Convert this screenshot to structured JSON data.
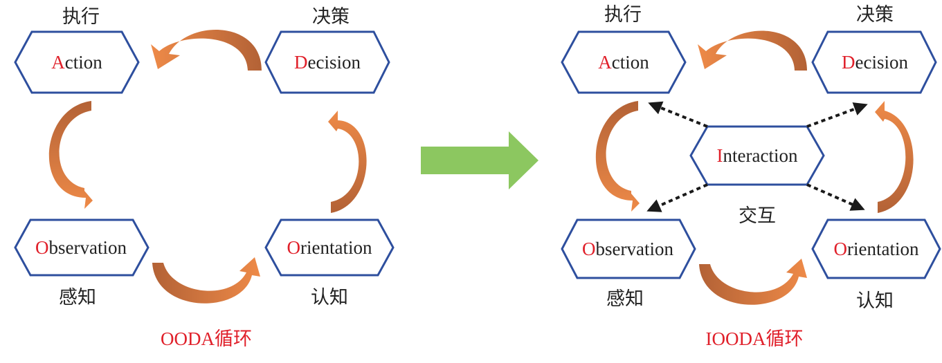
{
  "colors": {
    "hex_border": "#2e4f9e",
    "initial_letter": "#e0202a",
    "arrow_light": "#ee8a48",
    "arrow_dark": "#b36236",
    "transition_arrow": "#8cc760",
    "dashed_arrow": "#1a1a1a"
  },
  "left": {
    "nodes": {
      "action": {
        "initial": "A",
        "rest": "ction",
        "cn": "执行"
      },
      "decision": {
        "initial": "D",
        "rest": "ecision",
        "cn": "决策"
      },
      "observation": {
        "initial": "O",
        "rest": "bservation",
        "cn": "感知"
      },
      "orientation": {
        "initial": "O",
        "rest": "rientation",
        "cn": "认知"
      }
    },
    "caption": "OODA循环"
  },
  "right": {
    "nodes": {
      "action": {
        "initial": "A",
        "rest": "ction",
        "cn": "执行"
      },
      "decision": {
        "initial": "D",
        "rest": "ecision",
        "cn": "决策"
      },
      "observation": {
        "initial": "O",
        "rest": "bservation",
        "cn": "感知"
      },
      "orientation": {
        "initial": "O",
        "rest": "rientation",
        "cn": "认知"
      },
      "interaction": {
        "initial": "I",
        "rest": "nteraction",
        "cn": "交互"
      }
    },
    "caption": "IOODA循环"
  }
}
